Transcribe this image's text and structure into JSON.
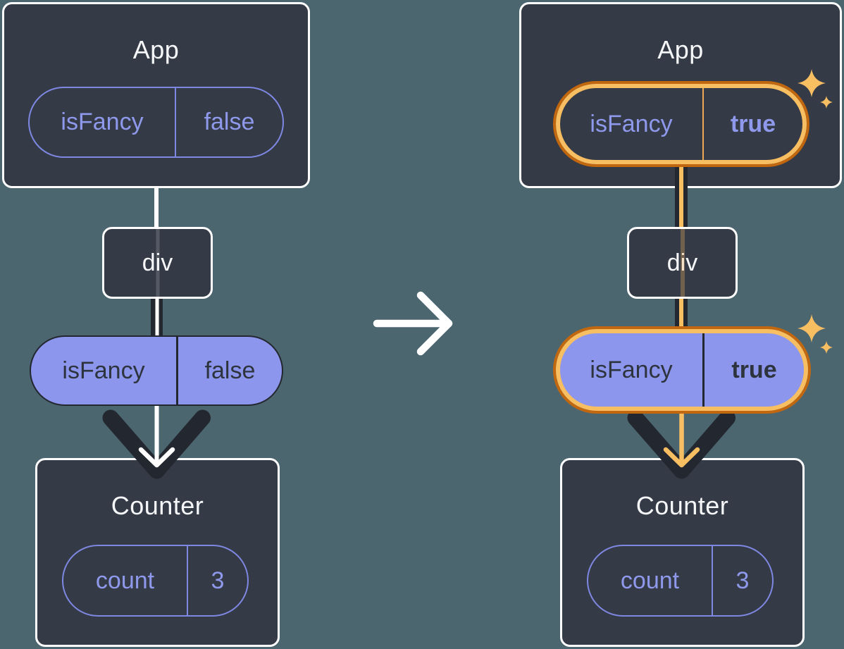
{
  "diagram_description": "React props flow comparison: App passes isFancy prop through div to Counter; left tree isFancy=false, right tree isFancy=true (highlighted)",
  "colors": {
    "background": "#4C6670",
    "card_fill": "#343A46",
    "dark_ink": "#23272F",
    "white": "#FFFFFF",
    "purple_border": "#7E88E2",
    "purple_text": "#8F99EC",
    "purple_fill": "#8C96EC",
    "highlight_orange_dark": "#C1670F",
    "highlight_orange_light": "#F8BE62"
  },
  "icons": {
    "transition_arrow": "right-arrow",
    "sparkle_large": "four-point-star",
    "sparkle_small": "four-point-star"
  },
  "left_tree": {
    "app": {
      "title": "App",
      "prop": {
        "name": "isFancy",
        "value": "false"
      }
    },
    "div_node": {
      "label": "div"
    },
    "passed_prop": {
      "name": "isFancy",
      "value": "false"
    },
    "counter": {
      "title": "Counter",
      "state": {
        "name": "count",
        "value": "3"
      }
    }
  },
  "right_tree": {
    "app": {
      "title": "App",
      "prop": {
        "name": "isFancy",
        "value": "true"
      }
    },
    "div_node": {
      "label": "div"
    },
    "passed_prop": {
      "name": "isFancy",
      "value": "true"
    },
    "counter": {
      "title": "Counter",
      "state": {
        "name": "count",
        "value": "3"
      }
    }
  }
}
